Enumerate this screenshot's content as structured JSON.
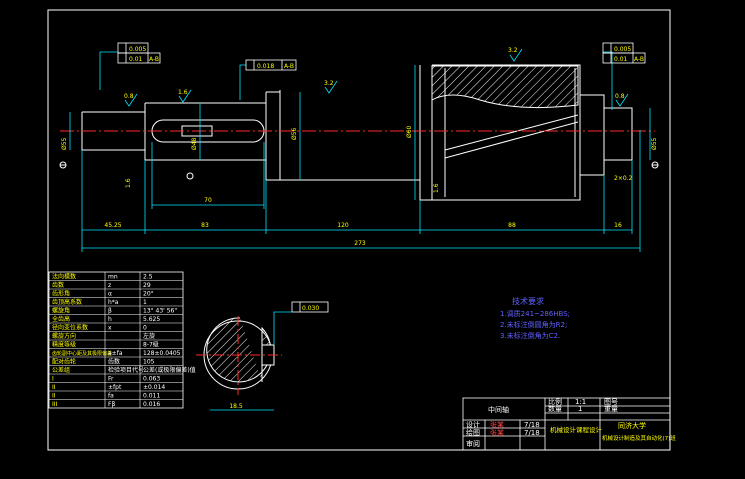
{
  "colors": {
    "background": "#000000",
    "frame": "#ffffff",
    "outline": "#ffffff",
    "dimension": "#00e5ff",
    "centerline": "#ff2a2a",
    "text_yellow": "#ffff00",
    "text_cyan": "#00ffff",
    "text_blue": "#6060ff",
    "text_red": "#ff4040"
  },
  "tolerances": {
    "left_top": "0.005",
    "left_bottom": "0.01",
    "left_bottom_ref": "A-B",
    "mid_value": "0.018",
    "mid_ref": "A-B",
    "right_top": "0.005",
    "right_bottom": "0.01",
    "right_bottom_ref": "A-B",
    "section": "0.030"
  },
  "roughness": [
    "0.8",
    "1.6",
    "3.2",
    "3.2",
    "1.6",
    "1.6",
    "0.8"
  ],
  "small_labels": {
    "d_left": "Ø55",
    "d_key": "Ø48",
    "d_mid": "Ø56",
    "d_gear": "Ø60",
    "d_right": "Ø55",
    "chamfer": "2×0.2"
  },
  "dimensions": {
    "d1": "45.25",
    "d2": "83",
    "key_len": "70",
    "d3": "120",
    "d4": "88",
    "d5": "16",
    "total": "273",
    "section_width": "18.5"
  },
  "tech_req": {
    "title": "技术要求",
    "items": [
      "1.调质241~286HBS;",
      "2.未标注倒圆角为R2;",
      "3.未标注倒角为C2."
    ]
  },
  "param_table": {
    "rows": [
      [
        "法向模数",
        "mn",
        "2.5"
      ],
      [
        "齿数",
        "z",
        "29"
      ],
      [
        "齿形角",
        "α",
        "20°"
      ],
      [
        "齿顶高系数",
        "h*a",
        "1"
      ],
      [
        "螺旋角",
        "β",
        "13° 43' 56\""
      ],
      [
        "全齿高",
        "h",
        "5.625"
      ],
      [
        "径向变位系数",
        "x",
        "0"
      ],
      [
        "螺旋方向",
        "",
        "左旋"
      ],
      [
        "精度等级",
        "",
        "8-7级"
      ],
      [
        "齿轮副中心距及其极限偏差",
        "a±fa",
        "128±0.0405"
      ],
      [
        "配对齿轮",
        "齿数",
        "105"
      ],
      [
        "公差组",
        "检验项目代号",
        "公差(或极限偏差)值"
      ],
      [
        "I",
        "Fr",
        "0.063"
      ],
      [
        "II",
        "±fpt",
        "±0.014"
      ],
      [
        "II",
        "fa",
        "0.011"
      ],
      [
        "III",
        "Fβ",
        "0.016"
      ]
    ]
  },
  "title_block": {
    "part_name": "中间轴",
    "scale_label": "比例",
    "scale_value": "1:1",
    "drawing_no_label": "图号",
    "qty_label": "数量",
    "qty_value": "1",
    "weight_label": "重量",
    "designer_label": "设计",
    "designer_name": "张某",
    "designer_date": "7/18",
    "drawer_label": "绘图",
    "drawer_name": "张某",
    "drawer_date": "7/18",
    "review_label": "审阅",
    "course": "机械设计课程设计",
    "school": "同济大学",
    "dept": "机械设计制造及其自动化(7)班"
  }
}
